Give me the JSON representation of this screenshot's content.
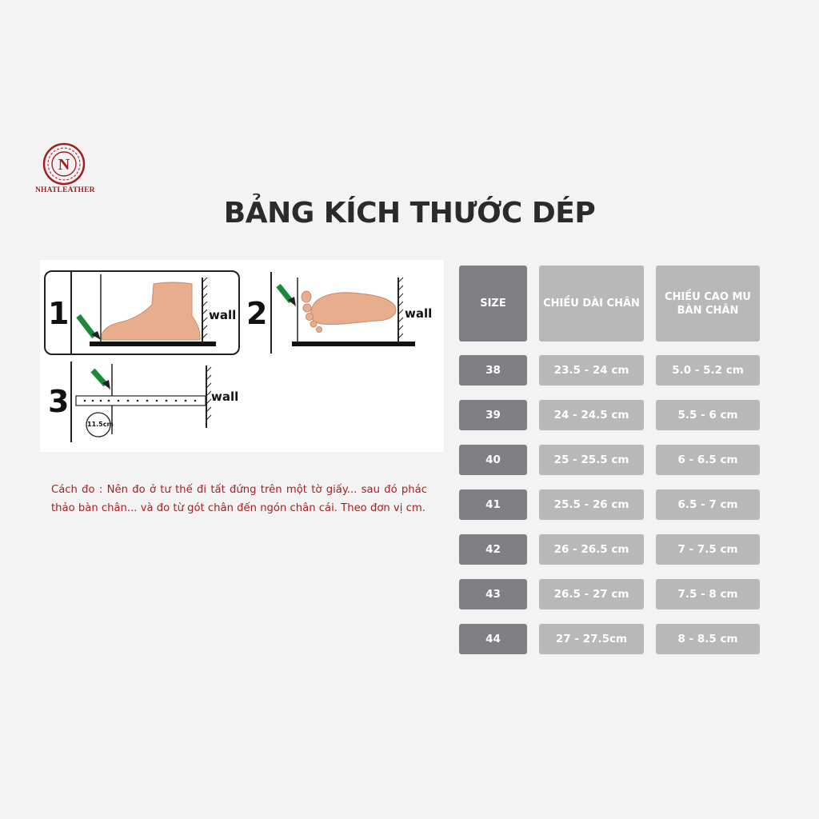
{
  "brand": {
    "logo_letter": "N",
    "name": "NHATLEATHER",
    "color": "#a31d22"
  },
  "title": "BẢNG KÍCH THƯỚC DÉP",
  "diagram": {
    "step1": "1",
    "step2": "2",
    "step3": "3",
    "wall": "wall",
    "measure": "11.5cm"
  },
  "instructions": "Cách đo : Nên đo ở tư thế đi tất đứng trên một tờ giấy... sau đó phác thảo bàn chân... và đo từ gót chân đến ngón chân cái. Theo đơn vị cm.",
  "size_table": {
    "headers": [
      "SIZE",
      "CHIỀU DÀI CHÂN",
      "CHIỀU CAO MU BÀN CHÂN"
    ],
    "rows": [
      [
        "38",
        "23.5 - 24 cm",
        "5.0 - 5.2 cm"
      ],
      [
        "39",
        "24 - 24.5 cm",
        "5.5 - 6 cm"
      ],
      [
        "40",
        "25 - 25.5 cm",
        "6 - 6.5 cm"
      ],
      [
        "41",
        "25.5 - 26 cm",
        "6.5 - 7 cm"
      ],
      [
        "42",
        "26 - 26.5 cm",
        "7 - 7.5 cm"
      ],
      [
        "43",
        "26.5 - 27 cm",
        "7.5 - 8 cm"
      ],
      [
        "44",
        "27 - 27.5cm",
        "8 - 8.5 cm"
      ]
    ],
    "colors": {
      "size": "#808084",
      "value": "#b8b8b8",
      "text": "#ffffff"
    }
  }
}
